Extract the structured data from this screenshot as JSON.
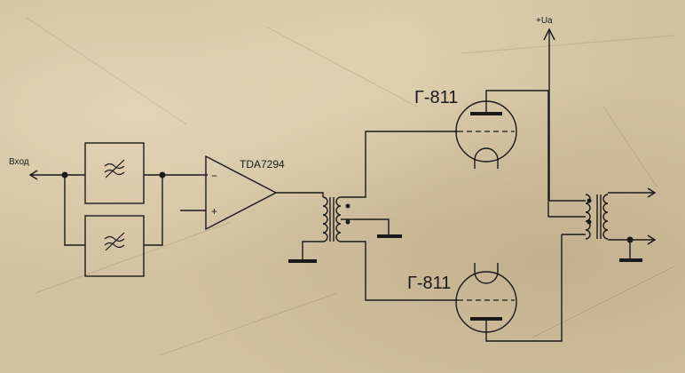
{
  "labels": {
    "input": "Вход",
    "supply": "+Ua",
    "amplifier": "TDA7294",
    "opamp_minus": "−",
    "opamp_plus": "+",
    "tube_top": "Г-811",
    "tube_bottom": "Г-811"
  },
  "colors": {
    "line": "#1a1a1a",
    "background": "#d3c2a1"
  },
  "icons": {
    "filter_top": "filter-lowpass-icon",
    "filter_bottom": "filter-highpass-icon",
    "ground": "ground-icon"
  }
}
